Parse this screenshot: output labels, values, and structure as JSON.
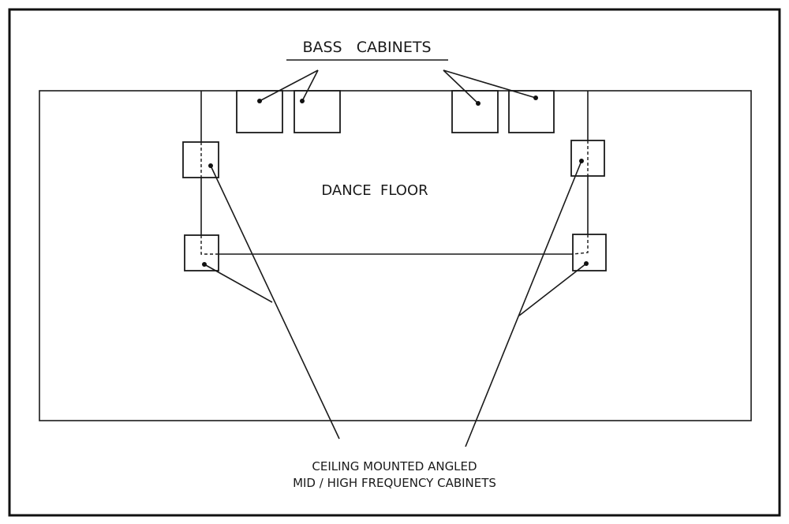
{
  "labels": {
    "bass_cabinets": "BASS   CABINETS",
    "dance_floor": "DANCE  FLOOR",
    "caption_line1": "CEILING MOUNTED ANGLED",
    "caption_line2": "MID / HIGH FREQUENCY CABINETS"
  }
}
